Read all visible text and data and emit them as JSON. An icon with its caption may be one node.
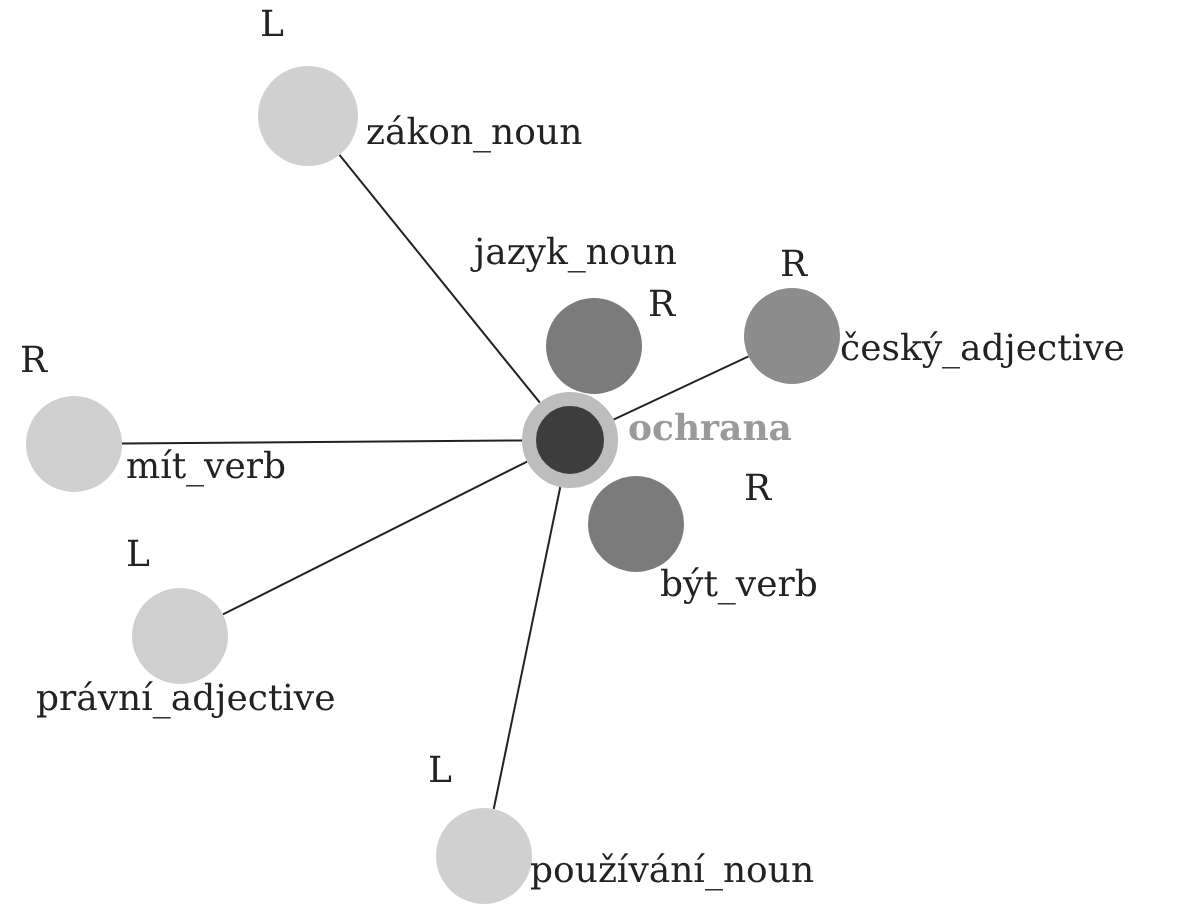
{
  "diagram": {
    "nodes": [
      {
        "text": [
          "zákon_noun"
        ],
        "beside": [
          "L"
        ]
      },
      {
        "text": [
          "jazyk_noun"
        ],
        "beside": [
          "R"
        ]
      },
      {
        "text": [
          "český_adjective"
        ],
        "beside": [
          "R"
        ]
      },
      {
        "text": [
          "ochrana"
        ]
      },
      {
        "text": [
          "mít_verb"
        ],
        "beside": [
          "R"
        ]
      },
      {
        "text": [
          "být_verb"
        ],
        "beside": [
          "R"
        ]
      },
      {
        "text": [
          "právní_adjective"
        ],
        "beside": [
          "L"
        ]
      },
      {
        "text": [
          "používání_noun"
        ],
        "beside": [
          "L"
        ]
      }
    ],
    "edges": [
      {
        "from": 3,
        "to": 0,
        "arrow": "none"
      },
      {
        "from": 3,
        "to": 2,
        "arrow": "none"
      },
      {
        "from": 3,
        "to": 4,
        "arrow": "none"
      },
      {
        "from": 3,
        "to": 6,
        "arrow": "none"
      },
      {
        "from": 3,
        "to": 7,
        "arrow": "none"
      }
    ]
  }
}
